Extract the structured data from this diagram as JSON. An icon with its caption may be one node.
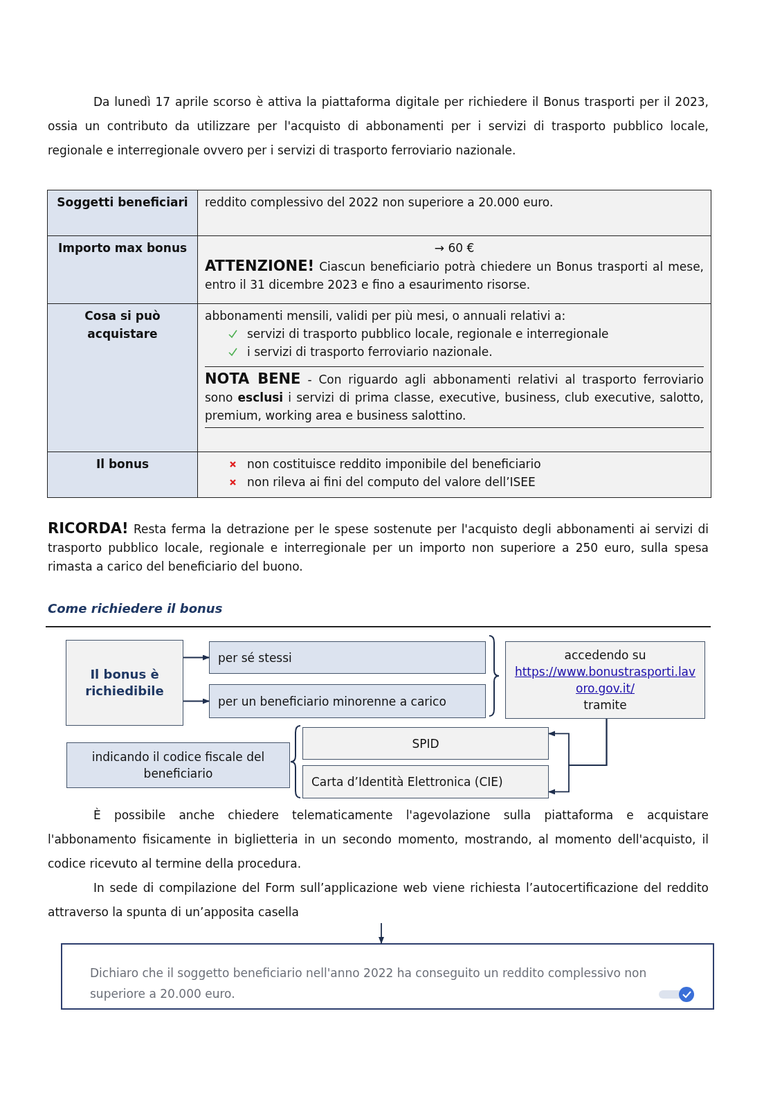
{
  "diagram": {
    "nodes": [
      {
        "text": [
          "Il bonus è richiedibile"
        ]
      },
      {
        "text": [
          "per sé stessi"
        ]
      },
      {
        "text": [
          "per un beneficiario minorenne a carico"
        ]
      },
      {
        "text": [
          "accedendo su",
          "https://www.bonustrasporti.lavoro.gov.it/",
          "tramite"
        ]
      },
      {
        "text": [
          "indicando il codice fiscale del beneficiario"
        ]
      },
      {
        "text": [
          "SPID"
        ]
      },
      {
        "text": [
          "Carta d’Identità Elettronica (CIE)"
        ]
      },
      {
        "text": [
          "In sede di compilazione del Form sull’applicazione web viene richiesta l’autocertificazione del reddito attraverso la spunta di un’apposita casella"
        ]
      },
      {
        "text": [
          "Dichiaro che il soggetto beneficiario nell'anno 2022 ha conseguito un reddito complessivo non superiore a 20.000 euro."
        ]
      }
    ],
    "edges": [
      {
        "from": 0,
        "to": 1,
        "arrow": "to"
      },
      {
        "from": 0,
        "to": 2,
        "arrow": "to"
      },
      {
        "from": 3,
        "to": 5,
        "arrow": "to"
      },
      {
        "from": 3,
        "to": 6,
        "arrow": "to"
      },
      {
        "from": 7,
        "to": 8,
        "arrow": "to"
      }
    ],
    "labels": [
      "Da lunedì 17 aprile scorso è attiva la piattaforma digitale per richiedere il Bonus trasporti per il 2023, ossia un contributo da utilizzare per l'acquisto di abbonamenti per i servizi di trasporto pubblico locale, regionale e interregionale ovvero per i servizi di trasporto ferroviario nazionale.",
      "Soggetti beneficiari",
      "reddito complessivo del 2022 non superiore a 20.000 euro.",
      "Importo max bonus",
      "→ 60 €",
      "**ATTENZIONE!** Ciascun beneficiario potrà chiedere un Bonus trasporti al mese, entro il 31 dicembre 2023 e fino a esaurimento risorse.",
      "Cosa si può acquistare",
      "abbonamenti mensili, validi per più mesi, o annuali relativi a:",
      "servizi di trasporto pubblico locale, regionale e interregionale",
      "i servizi di trasporto ferroviario nazionale.",
      "**NOTA BENE** - Con riguardo agli abbonamenti relativi al trasporto ferroviario sono **esclusi** i servizi di prima classe, executive, business, club executive, salotto, premium, working area e business salottino.",
      "Il bonus",
      "non costituisce reddito imponibile del beneficiario",
      "non rileva ai fini del computo del valore dell’ISEE",
      "**RICORDA!** Resta ferma la detrazione per le spese sostenute per l'acquisto degli abbonamenti ai servizi di trasporto pubblico locale, regionale e interregionale per un importo non superiore a 250 euro, sulla spesa rimasta a carico del beneficiario del buono.",
      "Come richiedere il bonus",
      "È possibile anche chiedere telematicamente l'agevolazione sulla piattaforma e acquistare l'abbonamento fisicamente in biglietteria in un secondo momento, mostrando, al momento dell'acquisto, il codice ricevuto al termine della procedura."
    ]
  }
}
